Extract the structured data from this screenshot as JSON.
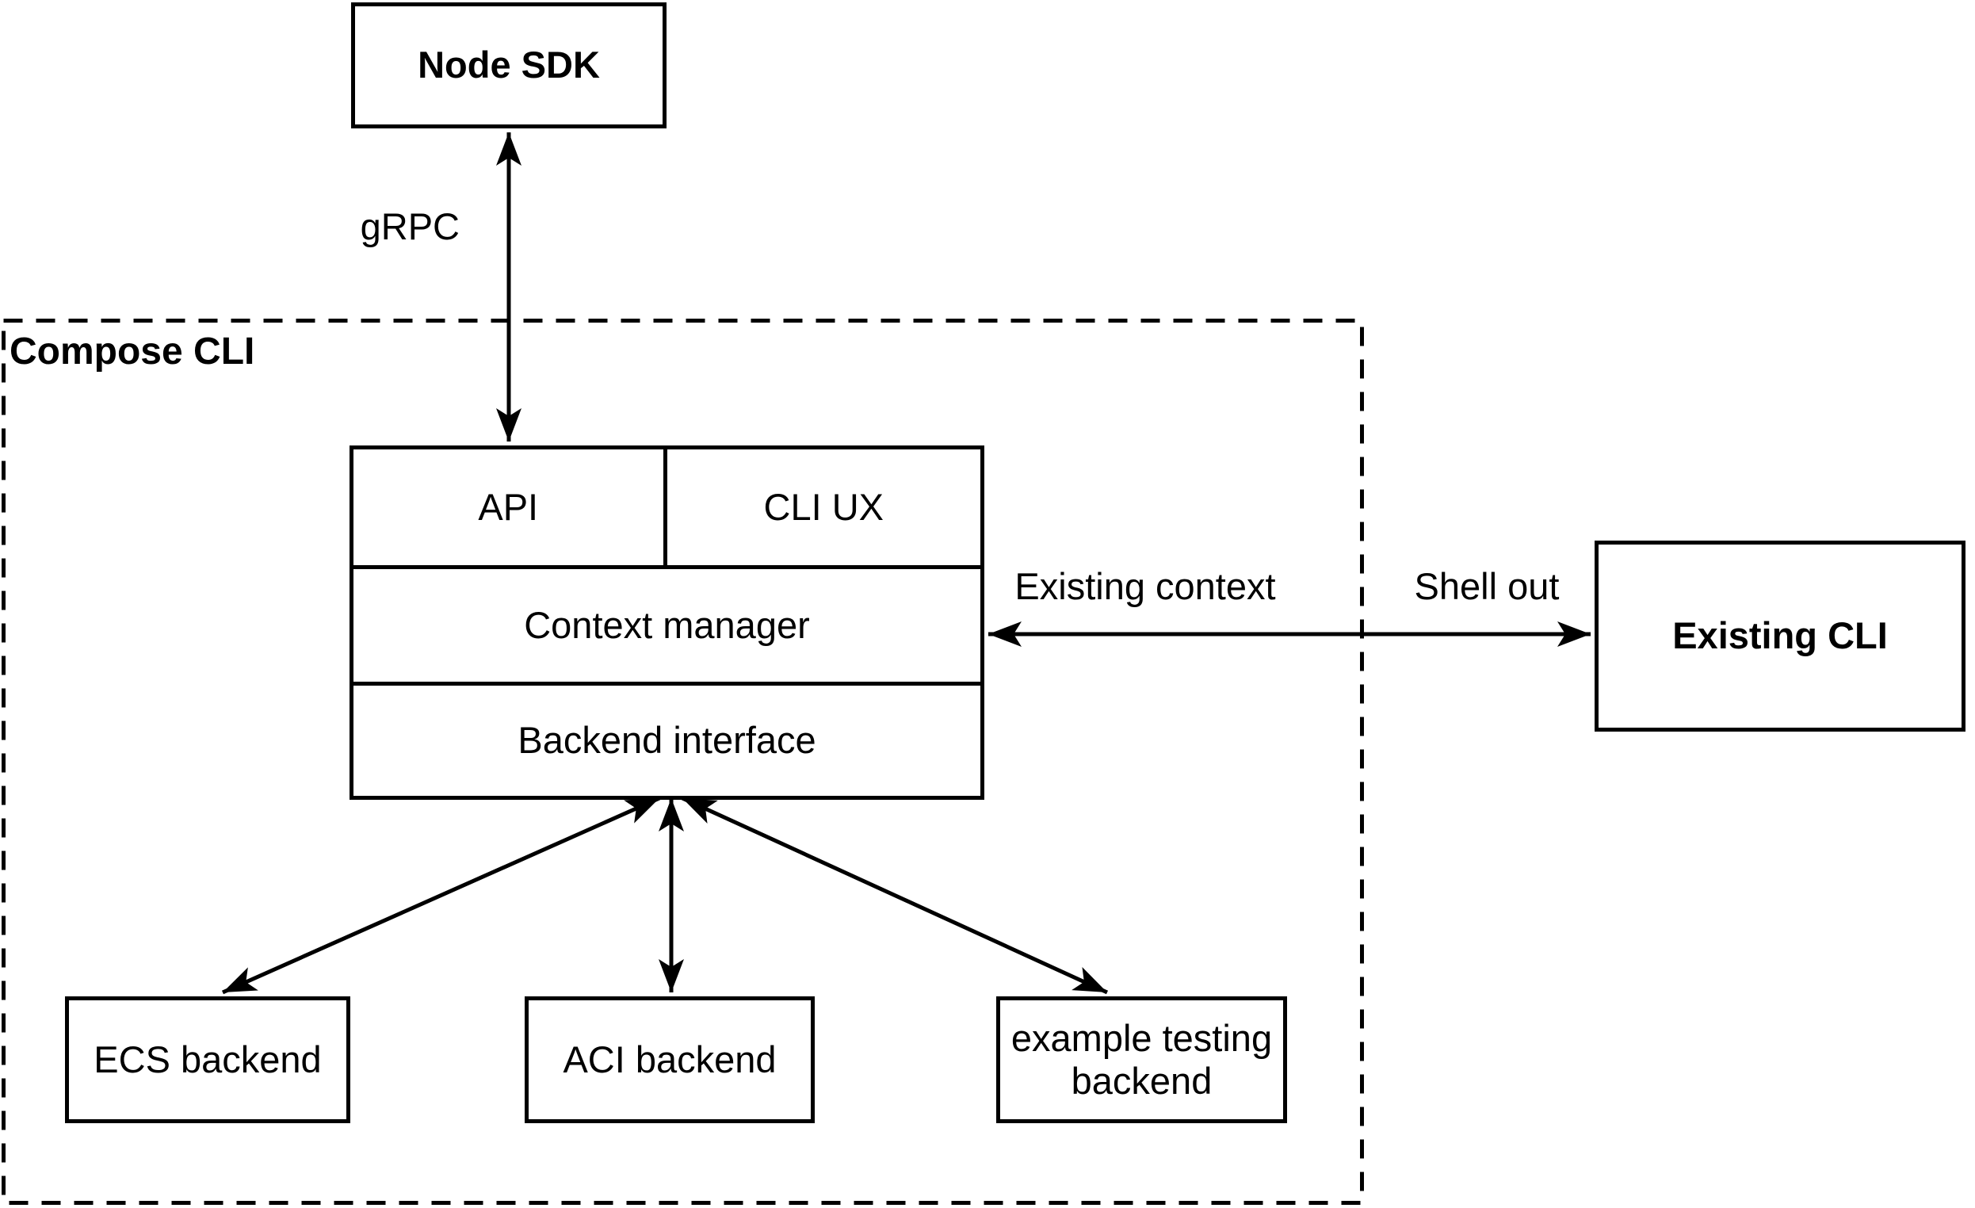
{
  "colors": {
    "stroke": "#000000",
    "background": "#ffffff"
  },
  "nodes": {
    "node_sdk": "Node SDK",
    "compose_cli": "Compose CLI",
    "api": "API",
    "cli_ux": "CLI UX",
    "context_manager": "Context manager",
    "backend_interface": "Backend interface",
    "existing_cli": "Existing CLI",
    "ecs_backend": "ECS backend",
    "aci_backend": "ACI backend",
    "example_testing_backend": "example testing\nbackend"
  },
  "edge_labels": {
    "grpc": "gRPC",
    "existing_context": "Existing context",
    "shell_out": "Shell out"
  }
}
